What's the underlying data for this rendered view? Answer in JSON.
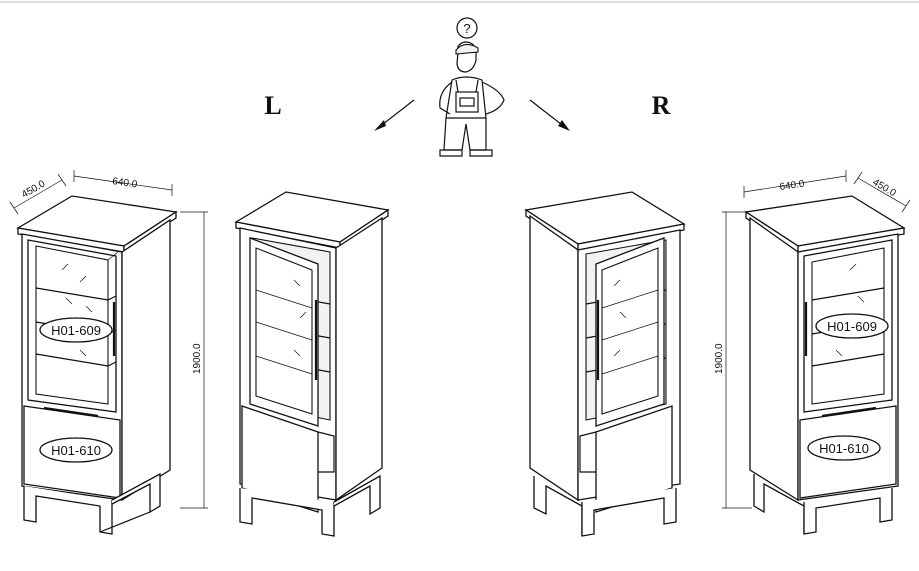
{
  "labels": {
    "left": "L",
    "right": "R",
    "question": "?"
  },
  "cabinet_left": {
    "depth": "450.0",
    "width": "640.0",
    "height": "1900.0",
    "part_top": "H01-609",
    "part_bottom": "H01-610"
  },
  "cabinet_right": {
    "depth": "450.0",
    "width": "640.0",
    "height": "1900.0",
    "part_top": "H01-609",
    "part_bottom": "H01-610"
  },
  "colors": {
    "line": "#111111",
    "background": "#ffffff"
  }
}
